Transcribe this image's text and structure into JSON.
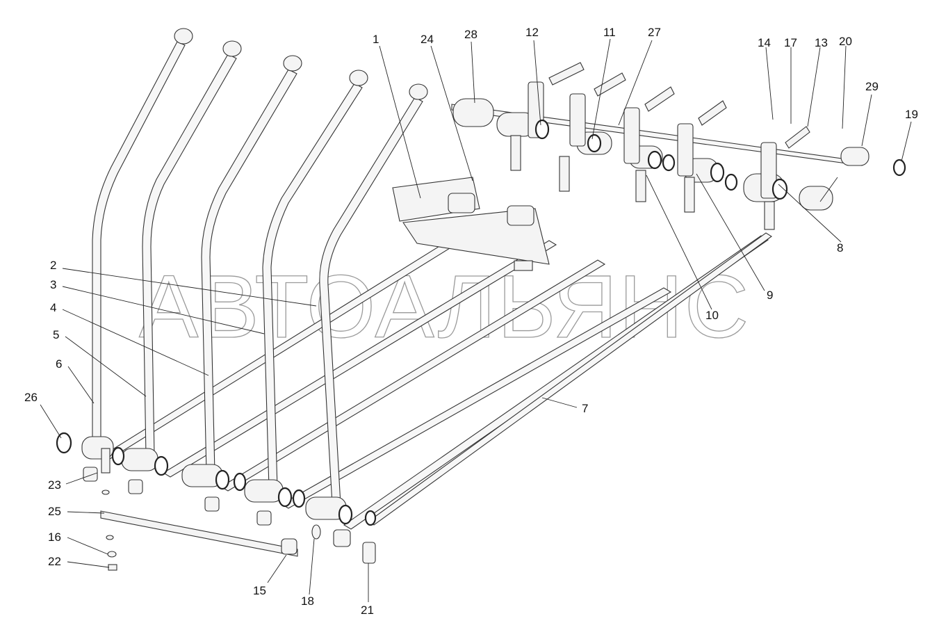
{
  "watermark": "АВТОАЛЬЯНС",
  "callouts": [
    "1",
    "2",
    "3",
    "4",
    "5",
    "6",
    "7",
    "8",
    "9",
    "10",
    "11",
    "12",
    "13",
    "14",
    "15",
    "16",
    "17",
    "18",
    "19",
    "20",
    "21",
    "22",
    "23",
    "24",
    "25",
    "26",
    "27",
    "28",
    "29"
  ]
}
